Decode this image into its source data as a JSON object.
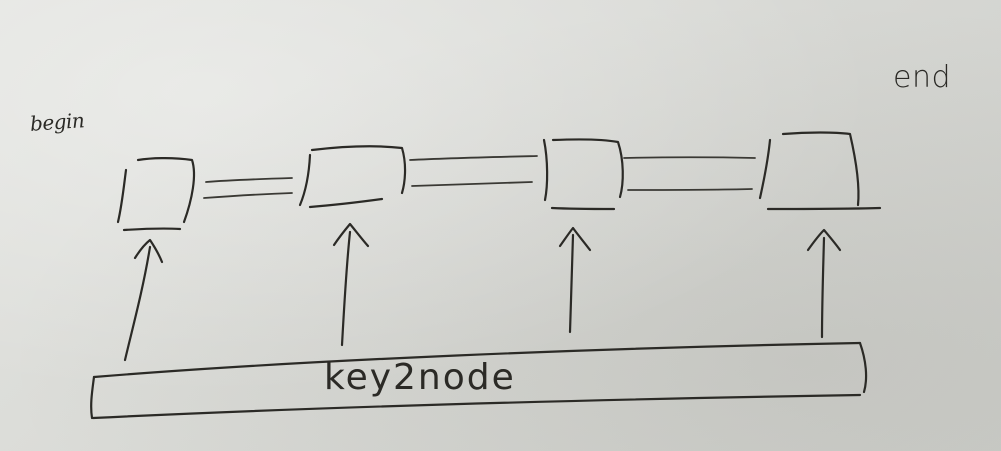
{
  "labels": {
    "begin": "begin",
    "end": "end",
    "hashmap": "key2node"
  },
  "diagram": {
    "nodes": [
      {
        "id": "node-1"
      },
      {
        "id": "node-2"
      },
      {
        "id": "node-3"
      },
      {
        "id": "node-4"
      }
    ],
    "links": [
      {
        "from": "node-1",
        "to": "node-2",
        "type": "double"
      },
      {
        "from": "node-2",
        "to": "node-3",
        "type": "double"
      },
      {
        "from": "node-3",
        "to": "node-4",
        "type": "double"
      }
    ],
    "pointers": [
      {
        "from": "hashmap",
        "to": "node-1"
      },
      {
        "from": "hashmap",
        "to": "node-2"
      },
      {
        "from": "hashmap",
        "to": "node-3"
      },
      {
        "from": "hashmap",
        "to": "node-4"
      }
    ]
  },
  "colors": {
    "paper": "#d9dad6",
    "ink": "#2b2a26"
  }
}
